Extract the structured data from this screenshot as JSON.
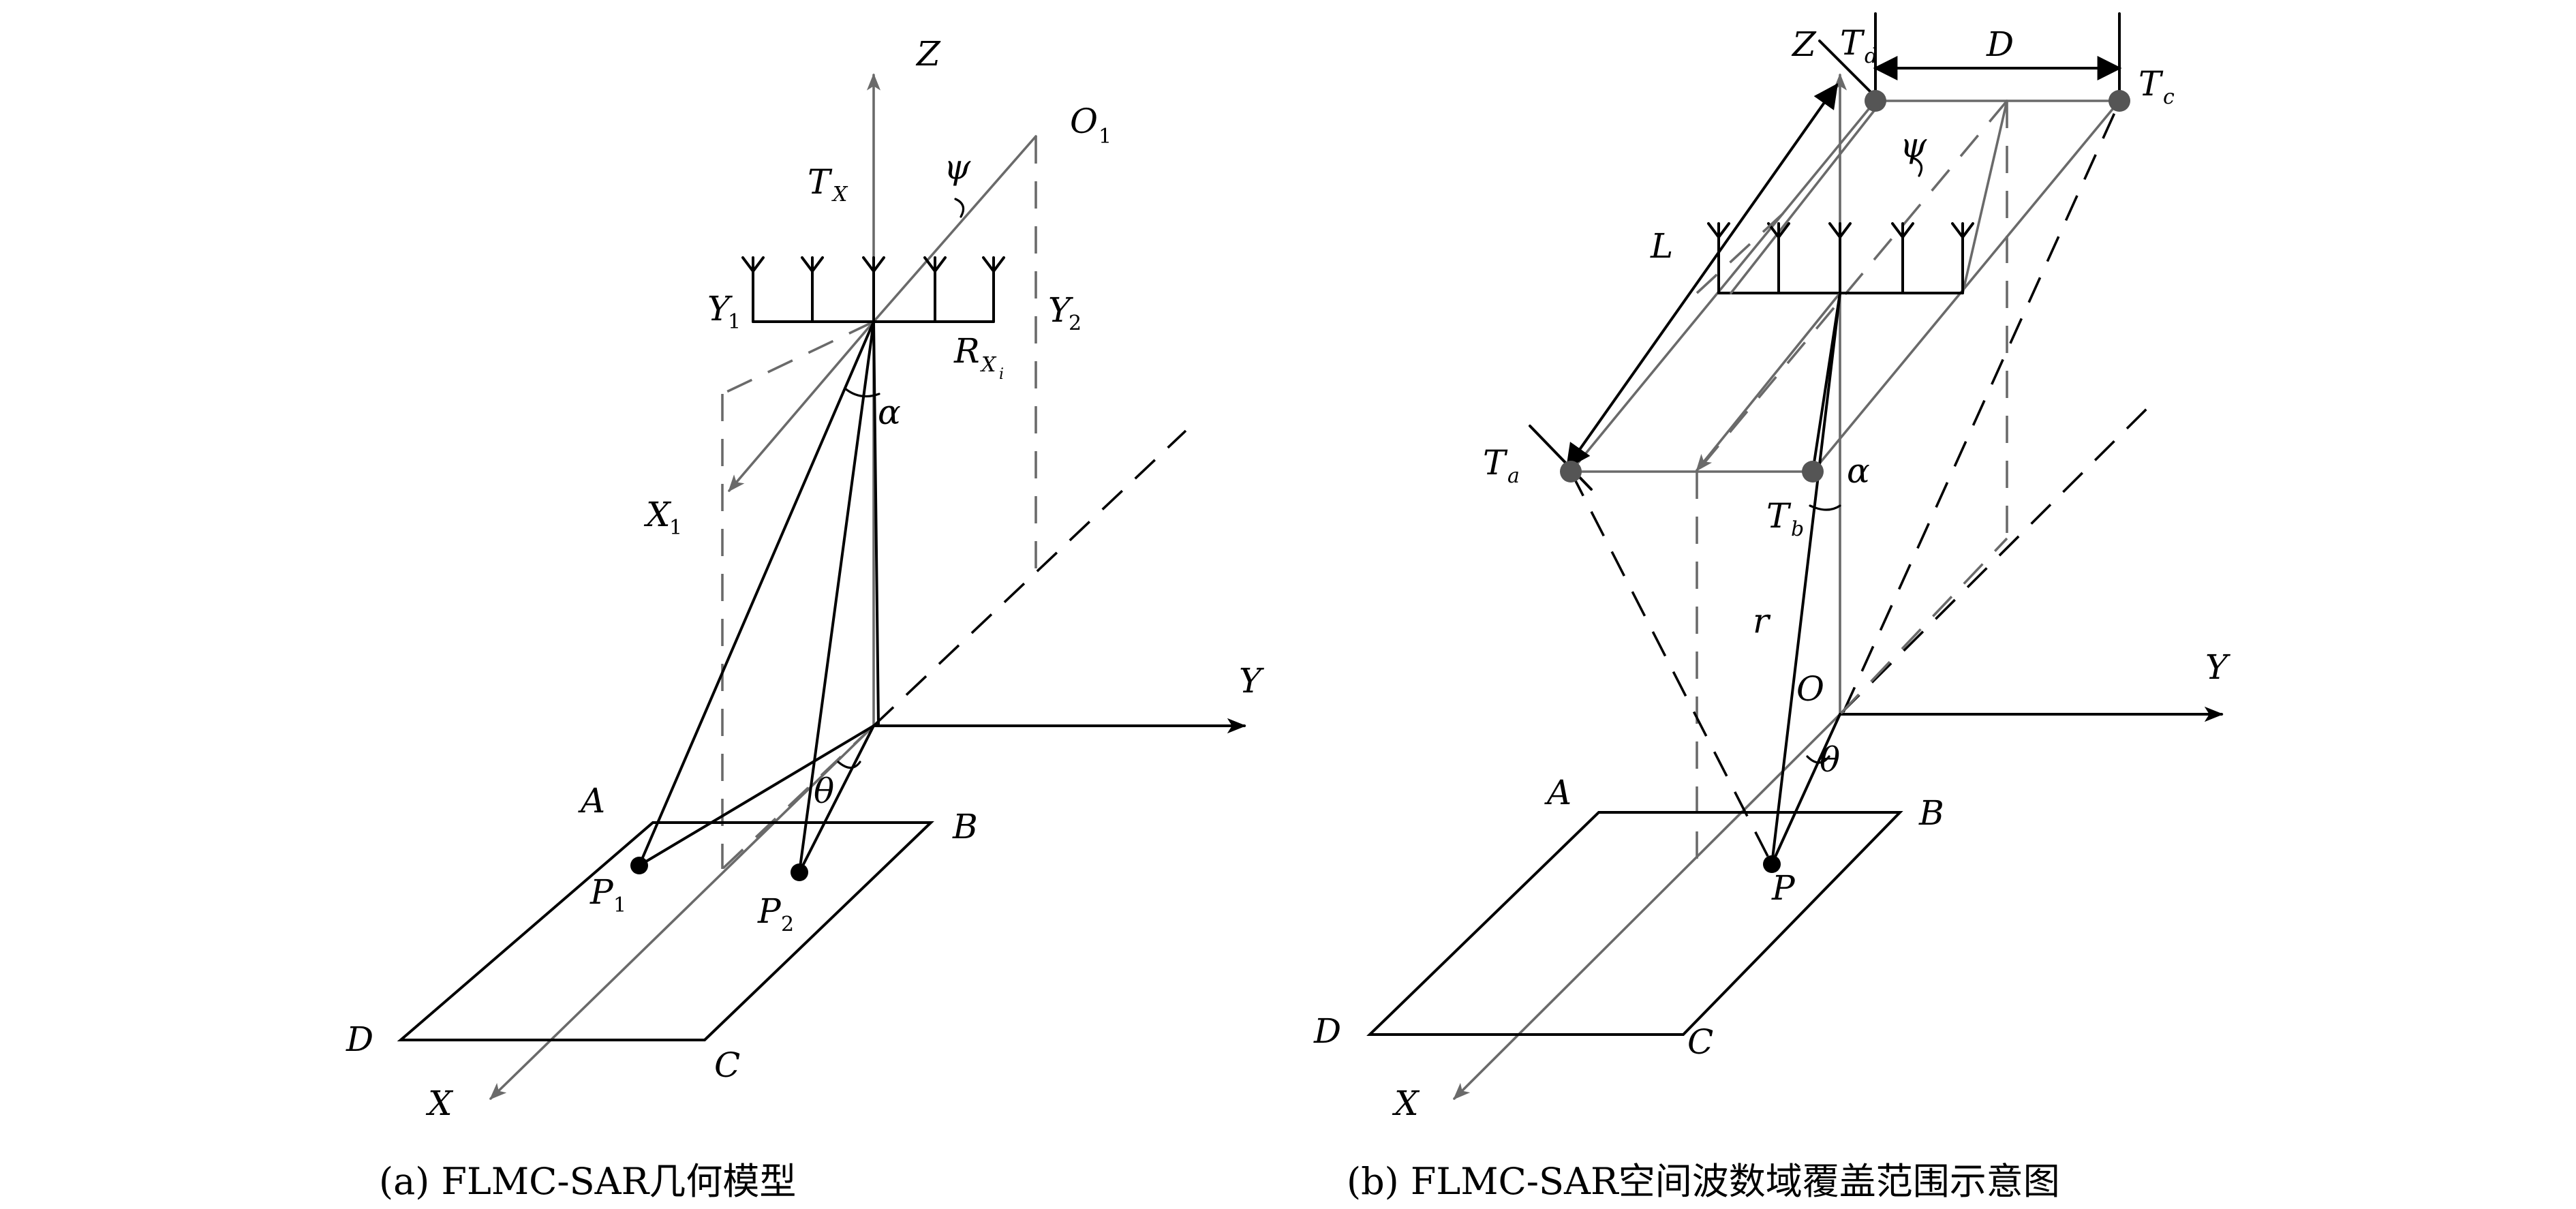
{
  "panel_a": {
    "caption": "(a) FLMC-SAR几何模型",
    "labels": {
      "Z": "Z",
      "O": "O",
      "O_sub": "1",
      "T": "T",
      "T_sub": "X",
      "psi": "ψ",
      "Y1": "Y",
      "Y1_sub": "1",
      "Y2": "Y",
      "Y2_sub": "2",
      "R": "R",
      "R_sub": "X",
      "R_subsub": "i",
      "alpha": "α",
      "X1": "X",
      "X1_sub": "1",
      "Y": "Y",
      "A": "A",
      "B": "B",
      "theta": "θ",
      "P1": "P",
      "P1_sub": "1",
      "P2": "P",
      "P2_sub": "2",
      "D": "D",
      "C": "C",
      "X": "X"
    }
  },
  "panel_b": {
    "caption": "(b) FLMC-SAR空间波数域覆盖范围示意图",
    "labels": {
      "Z": "Z",
      "Td": "T",
      "Td_sub": "d",
      "Dlen": "D",
      "Tc": "T",
      "Tc_sub": "c",
      "psi": "ψ",
      "L": "L",
      "Ta": "T",
      "Ta_sub": "a",
      "alpha": "α",
      "Tb": "T",
      "Tb_sub": "b",
      "r": "r",
      "O": "O",
      "Y": "Y",
      "A": "A",
      "B": "B",
      "theta": "θ",
      "P": "P",
      "D": "D",
      "C": "C",
      "X": "X"
    }
  }
}
